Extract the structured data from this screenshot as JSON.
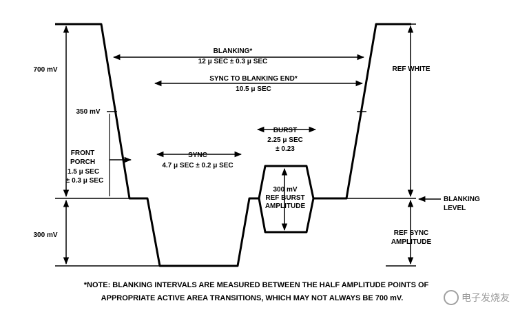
{
  "labels": {
    "level_700": "700 mV",
    "level_350": "350 mV",
    "level_300": "300 mV",
    "blanking": "BLANKING*",
    "blanking_time": "12 μ SEC ± 0.3 μ SEC",
    "sync_to_blanking_end": "SYNC TO BLANKING END*",
    "sync_to_blanking_end_time": "10.5 μ SEC",
    "ref_white": "REF WHITE",
    "front_porch_1": "FRONT",
    "front_porch_2": "PORCH",
    "front_porch_3": "1.5 μ SEC",
    "front_porch_4": "± 0.3 μ SEC",
    "sync": "SYNC",
    "sync_time": "4.7 μ SEC ± 0.2 μ SEC",
    "burst": "BURST",
    "burst_time_1": "2.25 μ SEC",
    "burst_time_2": "± 0.23",
    "ref_burst_1": "300 mV",
    "ref_burst_2": "REF BURST",
    "ref_burst_3": "AMPLITUDE",
    "blanking_level_1": "BLANKING",
    "blanking_level_2": "LEVEL",
    "ref_sync_1": "REF SYNC",
    "ref_sync_2": "AMPLITUDE"
  },
  "note": {
    "line1": "*NOTE: BLANKING INTERVALS ARE MEASURED BETWEEN THE HALF AMPLITUDE POINTS OF",
    "line2": "APPROPRIATE ACTIVE AREA TRANSITIONS, WHICH MAY NOT ALWAYS BE 700 mV."
  },
  "watermark": "电子发烧友"
}
